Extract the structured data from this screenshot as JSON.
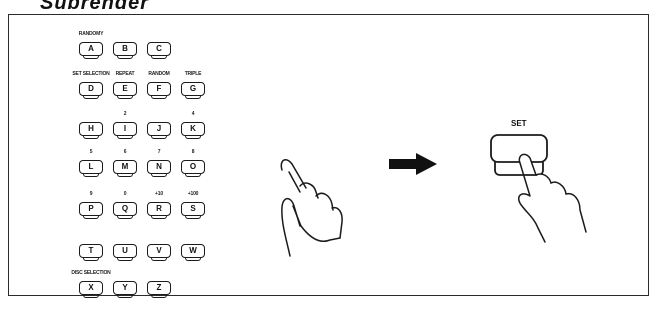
{
  "heading": "Subrender",
  "keys": [
    {
      "letter": "A",
      "note": "RANDOMY"
    },
    {
      "letter": "B",
      "note": ""
    },
    {
      "letter": "C",
      "note": ""
    },
    {
      "letter": "D",
      "note": "SET SELECTION"
    },
    {
      "letter": "E",
      "note": "REPEAT"
    },
    {
      "letter": "F",
      "note": "RANDOM"
    },
    {
      "letter": "G",
      "note": "TRIPLE"
    },
    {
      "letter": "H",
      "note": ""
    },
    {
      "letter": "I",
      "note": "2"
    },
    {
      "letter": "J",
      "note": ""
    },
    {
      "letter": "K",
      "note": "4"
    },
    {
      "letter": "L",
      "note": "5"
    },
    {
      "letter": "M",
      "note": "6"
    },
    {
      "letter": "N",
      "note": "7"
    },
    {
      "letter": "O",
      "note": "8"
    },
    {
      "letter": "P",
      "note": "9"
    },
    {
      "letter": "Q",
      "note": "0"
    },
    {
      "letter": "R",
      "note": "+10"
    },
    {
      "letter": "S",
      "note": "+100"
    },
    {
      "letter": "T",
      "note": ""
    },
    {
      "letter": "U",
      "note": ""
    },
    {
      "letter": "V",
      "note": ""
    },
    {
      "letter": "W",
      "note": ""
    },
    {
      "letter": "X",
      "note": "DISC SELECTION"
    },
    {
      "letter": "Y",
      "note": ""
    },
    {
      "letter": "Z",
      "note": ""
    }
  ],
  "set_button": {
    "label": "SET"
  },
  "icons": {
    "arrow": "right-arrow-icon",
    "hand": "pointing-hand-icon"
  }
}
